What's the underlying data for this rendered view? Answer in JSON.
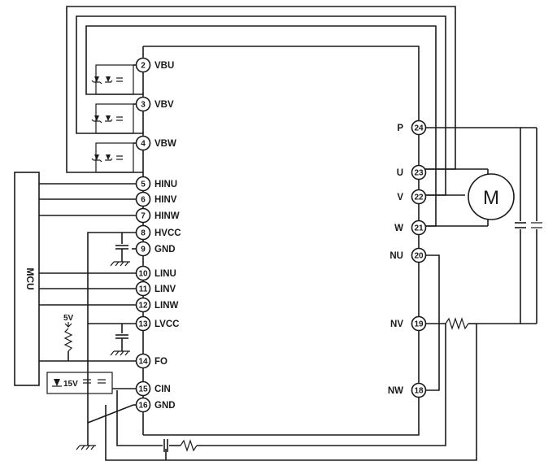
{
  "mcu": {
    "label": "MCU"
  },
  "motor": {
    "label": "M"
  },
  "left_pins": [
    {
      "num": "2",
      "label": "VBU"
    },
    {
      "num": "3",
      "label": "VBV"
    },
    {
      "num": "4",
      "label": "VBW"
    },
    {
      "num": "5",
      "label": "HINU"
    },
    {
      "num": "6",
      "label": "HINV"
    },
    {
      "num": "7",
      "label": "HINW"
    },
    {
      "num": "8",
      "label": "HVCC"
    },
    {
      "num": "9",
      "label": "GND"
    },
    {
      "num": "10",
      "label": "LINU"
    },
    {
      "num": "11",
      "label": "LINV"
    },
    {
      "num": "12",
      "label": "LINW"
    },
    {
      "num": "13",
      "label": "LVCC"
    },
    {
      "num": "14",
      "label": "FO"
    },
    {
      "num": "15",
      "label": "CIN"
    },
    {
      "num": "16",
      "label": "GND"
    }
  ],
  "right_pins": [
    {
      "num": "24",
      "label": "P"
    },
    {
      "num": "23",
      "label": "U"
    },
    {
      "num": "22",
      "label": "V"
    },
    {
      "num": "21",
      "label": "W"
    },
    {
      "num": "20",
      "label": "NU"
    },
    {
      "num": "19",
      "label": "NV"
    },
    {
      "num": "18",
      "label": "NW"
    }
  ],
  "supply_label": "5V",
  "zener_label": "15V"
}
